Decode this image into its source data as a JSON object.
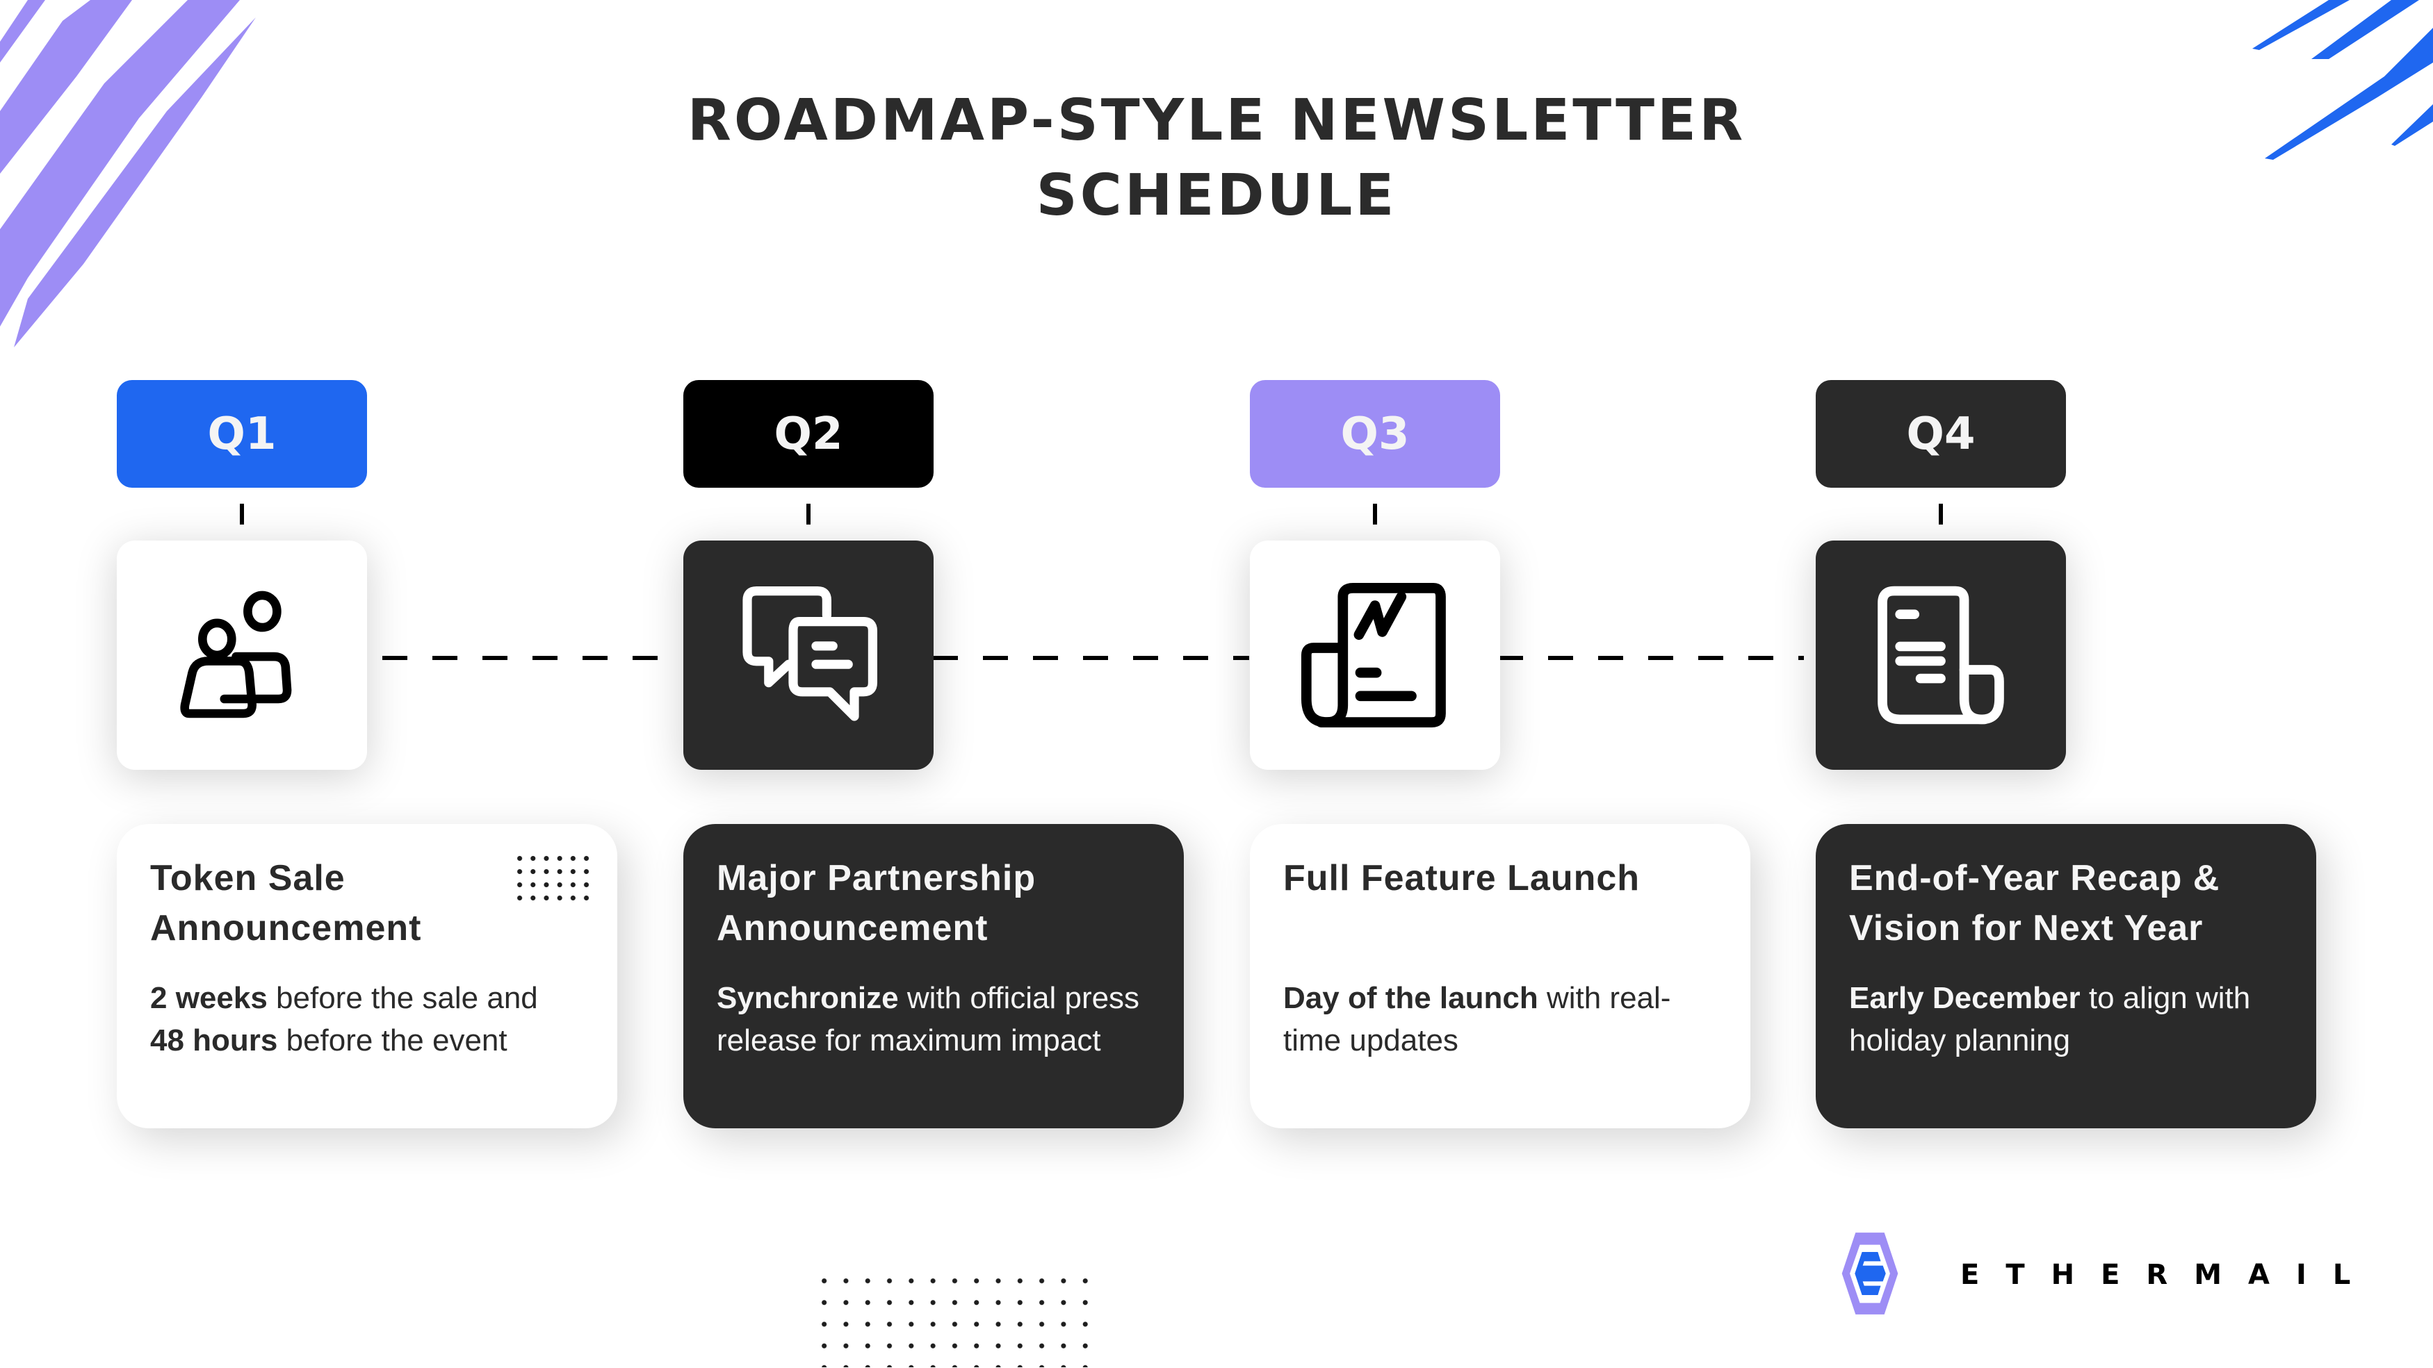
{
  "title": {
    "line1": "ROADMAP-STYLE NEWSLETTER",
    "line2": "SCHEDULE"
  },
  "colors": {
    "blue": "#1f67f0",
    "black": "#000000",
    "purple": "#9d8df5",
    "dark": "#2a2a2a",
    "text_dark": "#2b2b2b"
  },
  "quarters": [
    {
      "label": "Q1",
      "badge_color": "#1f67f0",
      "icon": "people-icon",
      "theme": "light",
      "card_title": "Token Sale Announcement",
      "desc_bold_1": "2 weeks",
      "desc_text_1": " before the sale and ",
      "desc_bold_2": "48 hours",
      "desc_text_2": " before the event"
    },
    {
      "label": "Q2",
      "badge_color": "#000000",
      "icon": "chat-bubbles-icon",
      "theme": "dark",
      "card_title": "Major Partnership Announcement",
      "desc_bold_1": "Synchronize",
      "desc_text_1": " with official press release for maximum impact"
    },
    {
      "label": "Q3",
      "badge_color": "#9d8df5",
      "icon": "report-chart-icon",
      "theme": "light",
      "card_title": "Full Feature Launch",
      "desc_bold_1": "Day of the launch",
      "desc_text_1": " with real-time updates"
    },
    {
      "label": "Q4",
      "badge_color": "#2a2a2a",
      "icon": "document-scroll-icon",
      "theme": "dark",
      "card_title": "End-of-Year Recap & Vision for Next Year",
      "desc_bold_1": "Early December",
      "desc_text_1": " to align with holiday planning"
    }
  ],
  "brand": {
    "name": "ETHERMAIL",
    "logo_icon": "ethermail-hexagon-logo"
  }
}
